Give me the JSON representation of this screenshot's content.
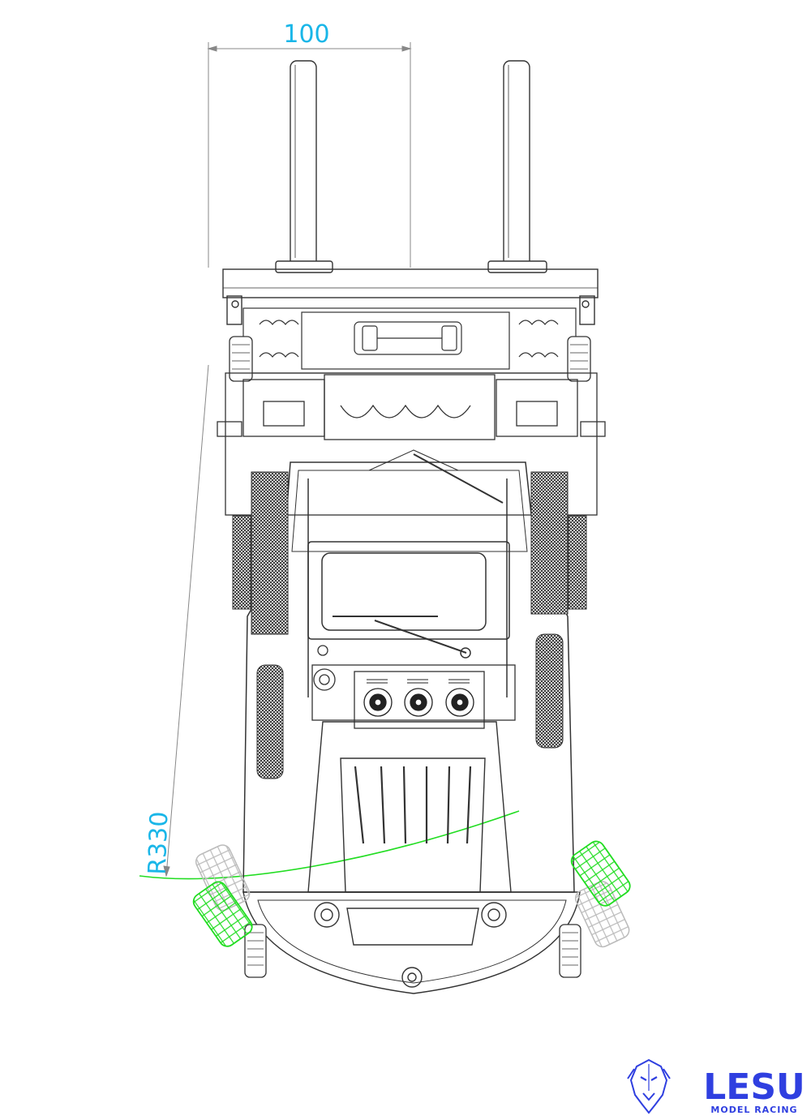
{
  "dimensions": {
    "width_label": "100",
    "radius_label": "R330"
  },
  "brand": {
    "name": "LESU",
    "tagline": "MODEL RACING",
    "logo": "lion-head-icon"
  },
  "colors": {
    "line": "#3a3a3a",
    "dimension_text": "#19b6e8",
    "turn_path": "#22dd22",
    "brand": "#2f3fe0"
  }
}
